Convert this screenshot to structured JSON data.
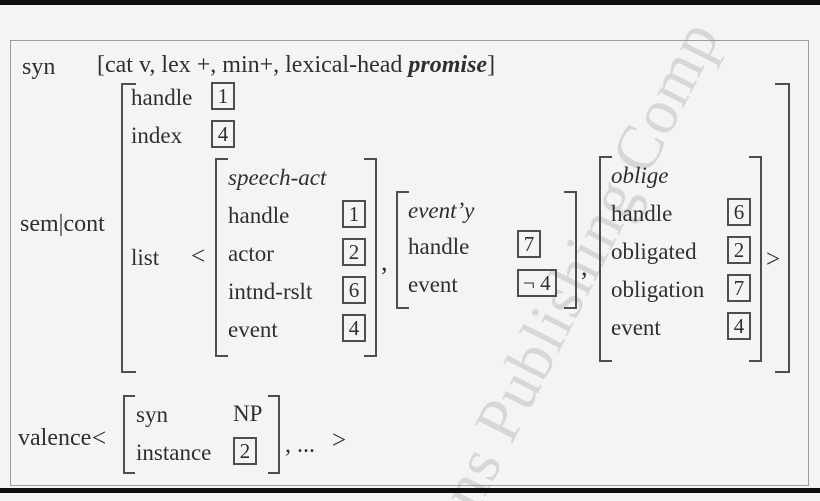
{
  "watermark": {
    "text": "ns Publishing Comp"
  },
  "syn": {
    "label": "syn",
    "bracket_open": "[",
    "features": "cat v, lex +, min+, lexical-head ",
    "lexical_head": "promise",
    "bracket_close": "]"
  },
  "sem": {
    "label": "sem|cont",
    "rows": {
      "handle": {
        "attr": "handle",
        "tag": "1"
      },
      "index": {
        "attr": "index",
        "tag": "4"
      },
      "list": {
        "attr": "list",
        "open": "<",
        "close": ">",
        "separator": ","
      }
    },
    "list_items": [
      {
        "type": "speech-act",
        "rows": [
          {
            "attr": "handle",
            "tag": "1"
          },
          {
            "attr": "actor",
            "tag": "2"
          },
          {
            "attr": "intnd-rslt",
            "tag": "6"
          },
          {
            "attr": "event",
            "tag": "4"
          }
        ]
      },
      {
        "type": "event’y",
        "rows": [
          {
            "attr": "handle",
            "tag": "7"
          },
          {
            "attr": "event",
            "tag": "¬ 4"
          }
        ]
      },
      {
        "type": "oblige",
        "rows": [
          {
            "attr": "handle",
            "tag": "6"
          },
          {
            "attr": "obligated",
            "tag": "2"
          },
          {
            "attr": "obligation",
            "tag": "7"
          },
          {
            "attr": "event",
            "tag": "4"
          }
        ]
      }
    ]
  },
  "valence": {
    "label": "valence",
    "open": "<",
    "rows": [
      {
        "attr": "syn",
        "value": "NP"
      },
      {
        "attr": "instance",
        "tag": "2"
      }
    ],
    "tail": ", ...",
    "close": ">"
  }
}
